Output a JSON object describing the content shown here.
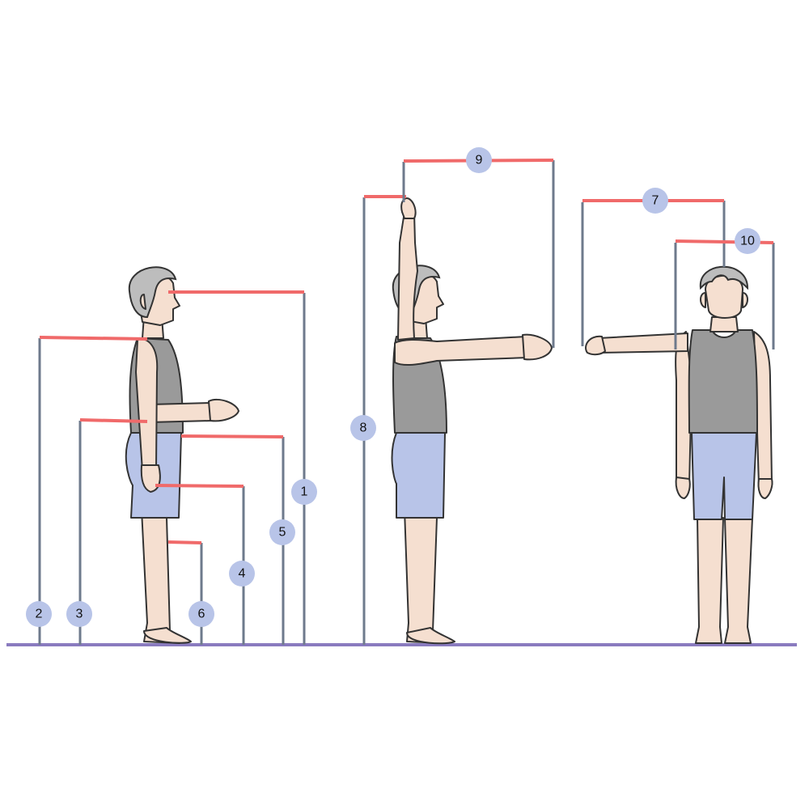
{
  "colors": {
    "accent": "#f06a6a",
    "measure_line": "#6e7a8c",
    "floor": "#8a7bbf",
    "badge_fill": "#b8c4e8",
    "skin": "#f5dfd0",
    "hair": "#bdbdbd",
    "shirt": "#9a9a9a",
    "shorts": "#b8c4e8",
    "outline": "#333333"
  },
  "badges": {
    "b1": "1",
    "b2": "2",
    "b3": "3",
    "b4": "4",
    "b5": "5",
    "b6": "6",
    "b7": "7",
    "b8": "8",
    "b9": "9",
    "b10": "10"
  },
  "figures": [
    "side-view",
    "arms-raised-side-view",
    "front-view-arm-extended"
  ]
}
